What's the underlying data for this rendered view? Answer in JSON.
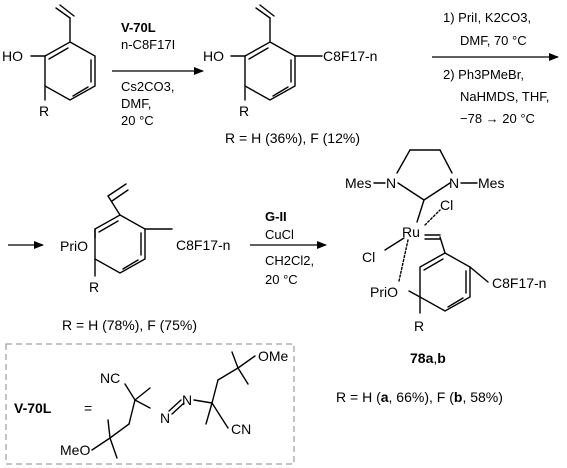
{
  "step1": {
    "reagent": "V-70L",
    "lines": [
      "n-C8F17I",
      "Cs2CO3,",
      "DMF,",
      "20 °C"
    ]
  },
  "step2": {
    "line1": "1) PriI, K2CO3,",
    "line2": "DMF, 70 °C",
    "line3": "2) Ph3PMeBr,",
    "line4": "NaHMDS, THF,",
    "line5": "−78 → 20 °C"
  },
  "step3": {
    "reagent": "G-II",
    "lines": [
      "CuCl",
      "CH2Cl2,",
      "20 °C"
    ]
  },
  "atoms": {
    "ho": "HO",
    "r": "R",
    "chain": "C8F17-n",
    "pro": "PriO",
    "mes": "Mes",
    "n": "N",
    "ru": "Ru",
    "cl": "Cl",
    "nc": "NC",
    "cn": "CN",
    "ome": "OMe",
    "meo": "MeO",
    "eq": "="
  },
  "yields": {
    "step1": "R = H (36%), F (12%)",
    "step2": "R = H (78%), F (75%)"
  },
  "product": {
    "label_main": "78a",
    "label_sep": ",",
    "label_b": "b",
    "yield_prefix": "R = H (",
    "yield_a": "a",
    "yield_mid": ", 66%), F (",
    "yield_b": "b",
    "yield_end": ", 58%)"
  }
}
